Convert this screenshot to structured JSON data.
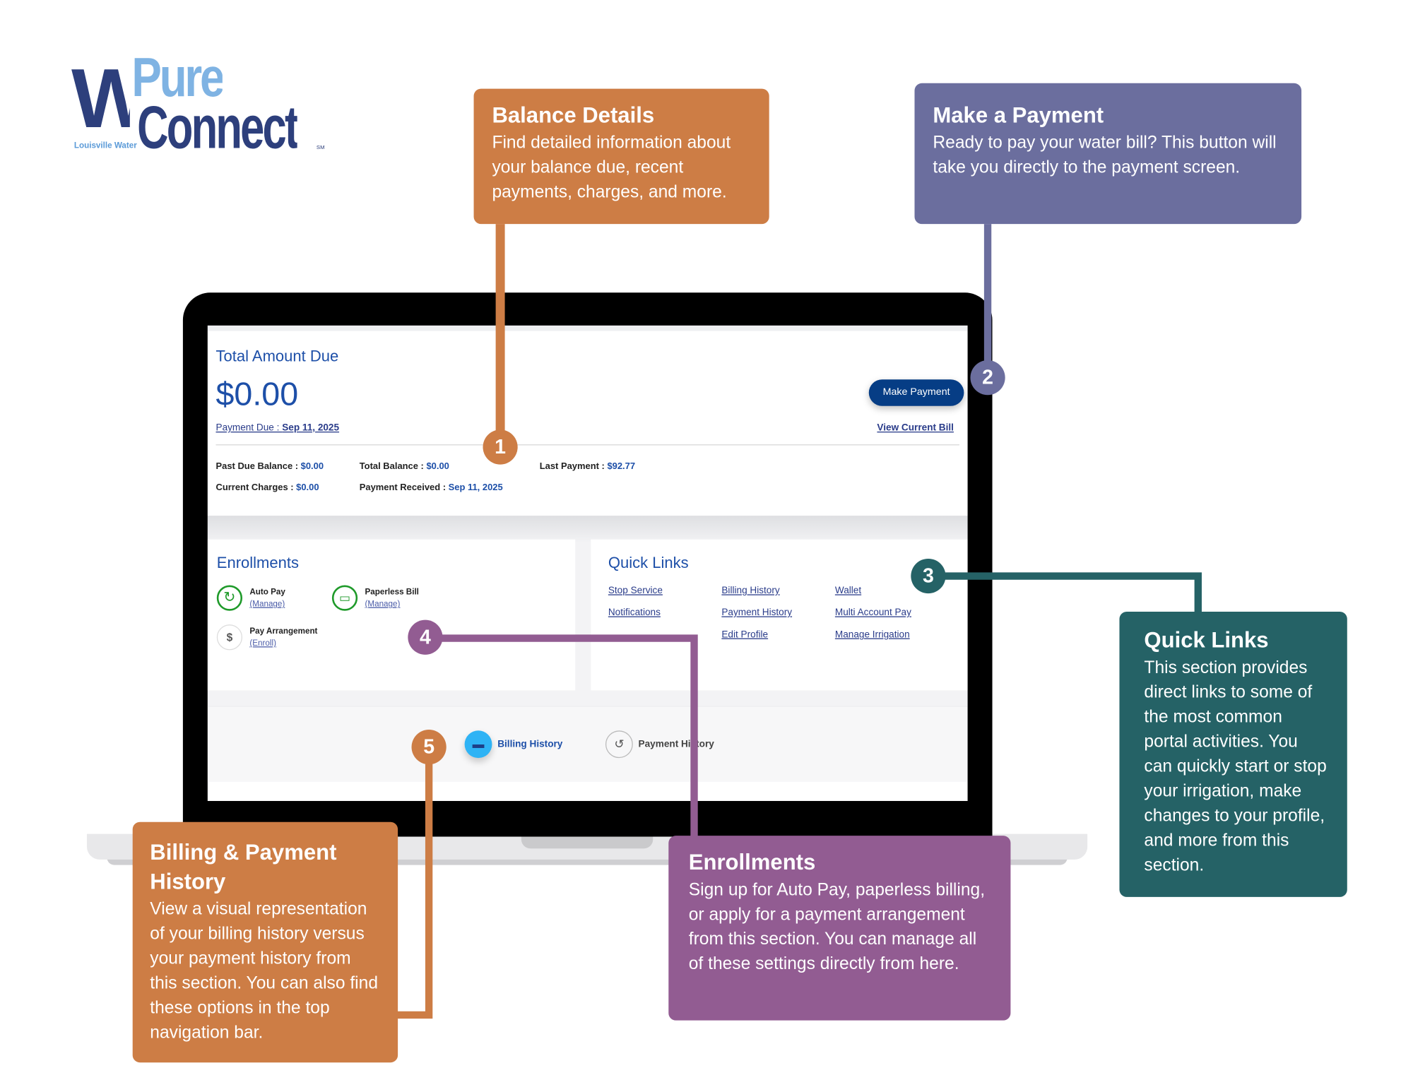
{
  "colors": {
    "orange": "#CD7D45",
    "slate": "#6B6E9E",
    "teal": "#256266",
    "purple": "#925C92",
    "brand_dark": "#2D3F7C",
    "brand_light": "#7FB3E3",
    "link_blue": "#1D4FA8"
  },
  "logo": {
    "pure": "Pure",
    "connect": "Connect",
    "tagline": "Louisville Water",
    "mark": "SM"
  },
  "callouts": {
    "balance": {
      "title": "Balance Details",
      "body": "Find detailed information about your balance due, recent payments, charges, and more."
    },
    "payment": {
      "title": "Make a Payment",
      "body": "Ready to pay your water bill? This button will take you directly to the payment screen."
    },
    "quicklinks": {
      "title": "Quick Links",
      "body": "This section provides direct links to some of the most common portal activities. You can quickly start or stop your irrigation, make changes to your profile, and more from this section."
    },
    "enrollments": {
      "title": "Enrollments",
      "body": "Sign up for Auto Pay, paperless billing, or apply for a payment arrangement from this section. You can manage all of these settings directly from here."
    },
    "history": {
      "title": "Billing & Payment History",
      "body": "View a visual representation of your billing history versus your payment history from this section. You can also find these options in the top navigation bar."
    }
  },
  "markers": [
    "1",
    "2",
    "3",
    "4",
    "5"
  ],
  "portal": {
    "total_label": "Total Amount Due",
    "total_value": "$0.00",
    "due_label": "Payment Due : ",
    "due_date": "Sep 11, 2025",
    "make_payment": "Make Payment",
    "view_bill": "View Current Bill",
    "past_due_label": "Past Due Balance : ",
    "past_due": "$0.00",
    "total_balance_label": "Total Balance : ",
    "total_balance": "$0.00",
    "last_payment_label": "Last Payment : ",
    "last_payment": "$92.77",
    "current_charges_label": "Current Charges : ",
    "current_charges": "$0.00",
    "payment_received_label": "Payment Received : ",
    "payment_received": "Sep 11, 2025",
    "enrollments": {
      "title": "Enrollments",
      "items": [
        {
          "name": "Auto Pay",
          "action": "(Manage)",
          "icon": "autopay-clock-icon"
        },
        {
          "name": "Paperless Bill",
          "action": "(Manage)",
          "icon": "paperless-device-icon"
        },
        {
          "name": "Pay Arrangement",
          "action": "(Enroll)",
          "icon": "bill-dollar-icon"
        }
      ]
    },
    "quick_links": {
      "title": "Quick Links",
      "links": [
        "Stop Service",
        "Billing History",
        "Wallet",
        "Notifications",
        "Payment History",
        "Multi Account Pay",
        "Edit Profile",
        "Manage Irrigation"
      ]
    },
    "tabs": [
      {
        "label": "Billing History",
        "icon": "card-icon",
        "active": true
      },
      {
        "label": "Payment History",
        "icon": "history-icon",
        "active": false
      }
    ]
  }
}
